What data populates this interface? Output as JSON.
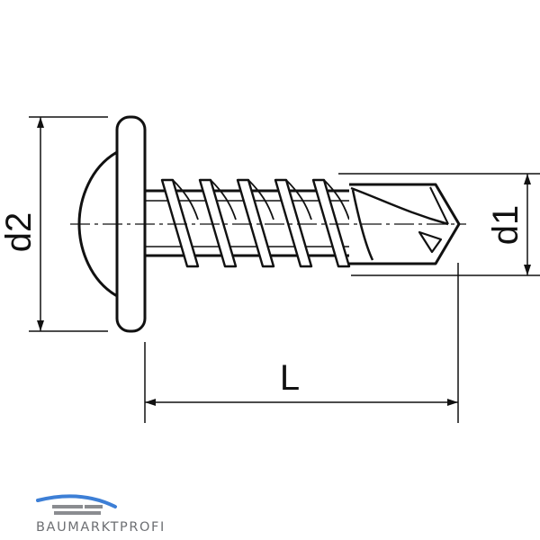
{
  "diagram": {
    "dimension_labels": {
      "head_diameter": "d2",
      "drill_diameter": "d1",
      "length": "L"
    }
  },
  "logo": {
    "text": "BAUMARKTPROFI",
    "colors": {
      "text": "#6d6f73",
      "swoosh": "#3d7fd6",
      "bars": "#8a8c90"
    }
  },
  "colors": {
    "line": "#111111",
    "background": "#ffffff"
  }
}
